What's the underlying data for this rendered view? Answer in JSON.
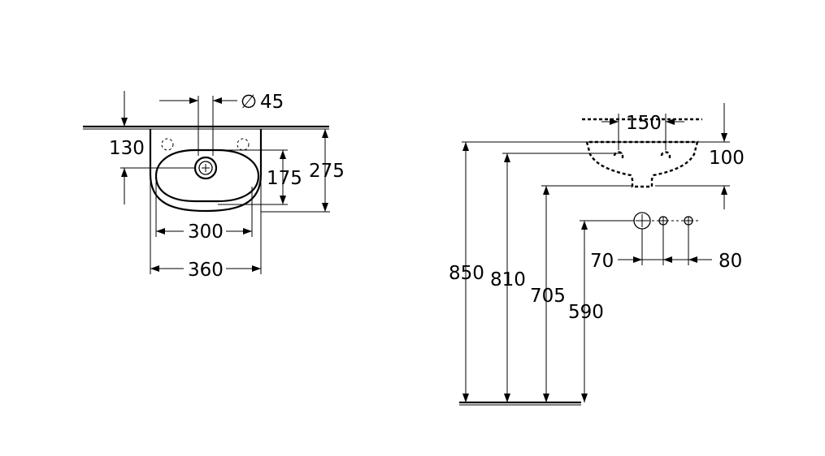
{
  "front_view": {
    "diameter_symbol": "∅",
    "tap_hole_diameter": "45",
    "wall_to_tap_hole": "130",
    "bowl_depth": "175",
    "overall_depth": "275",
    "bowl_width": "300",
    "overall_width": "360"
  },
  "side_view": {
    "tap_hole_spacing": "150",
    "basin_height": "100",
    "rim_height": "850",
    "bowl_bottom_height": "810",
    "outlet_height": "705",
    "waste_height": "590",
    "left_spacing": "70",
    "right_spacing": "80"
  }
}
